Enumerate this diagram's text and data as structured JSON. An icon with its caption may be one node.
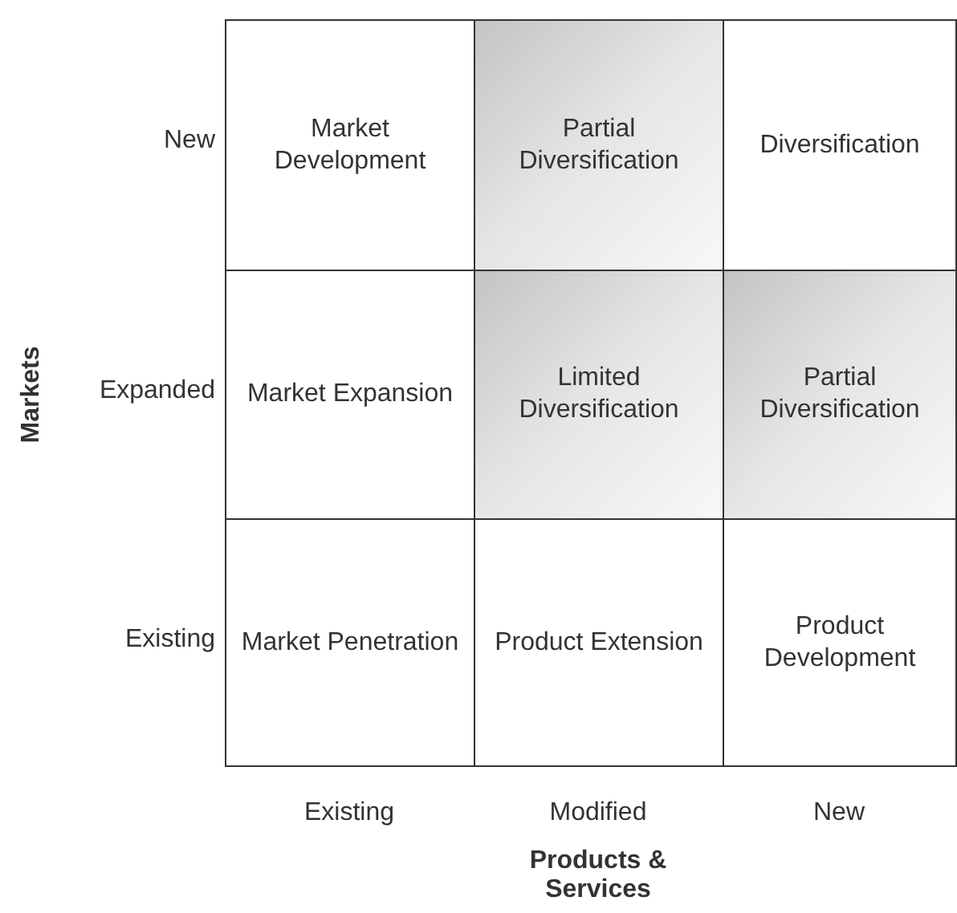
{
  "diagram": {
    "nodes": [
      {
        "text": [
          "Market Development"
        ]
      },
      {
        "text": [
          "Partial Diversification"
        ]
      },
      {
        "text": [
          "Diversification"
        ]
      },
      {
        "text": [
          "Market Expansion"
        ]
      },
      {
        "text": [
          "Limited Diversification"
        ]
      },
      {
        "text": [
          "Partial Diversification"
        ]
      },
      {
        "text": [
          "Market Penetration"
        ]
      },
      {
        "text": [
          "Product Extension"
        ]
      },
      {
        "text": [
          "Product Development"
        ]
      }
    ],
    "labels": [
      "New",
      "Markets",
      "Expanded",
      "Existing",
      "Existing",
      "Modified",
      "New",
      "Products & Services"
    ]
  }
}
